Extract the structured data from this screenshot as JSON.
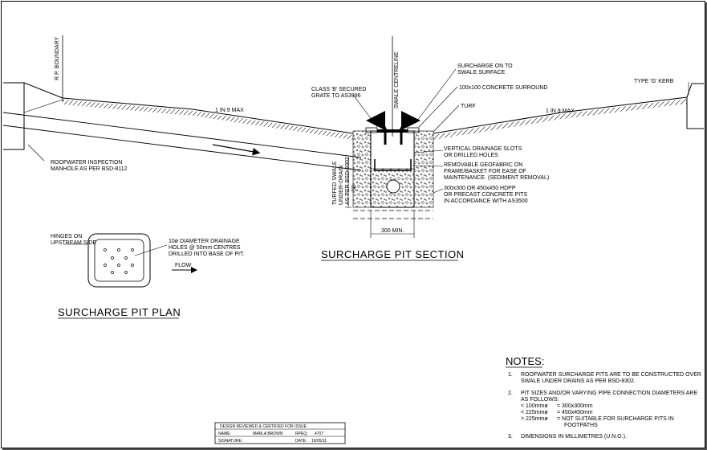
{
  "boundary_label": "R.P. BOUNDARY",
  "centreline_label": "SWALE CENTRELINE",
  "section": {
    "title": "SURCHARGE PIT SECTION",
    "slope_left": "1 IN 9 MAX",
    "slope_right": "1 IN 9 MAX",
    "labels": {
      "grate": [
        "CLASS 'B' SECURED",
        "GRATE TO AS3996"
      ],
      "surcharge": [
        "SURCHARGE ON TO",
        "SWALE SURFACE"
      ],
      "surround": "100x100 CONCRETE SURROUND",
      "turf": "TURF",
      "kerb": "TYPE 'G' KERB",
      "manhole": [
        "ROOFWATER INSPECTION",
        "MANHOLE AS PER BSD-8112"
      ],
      "swale": [
        "TURFED SWALE",
        "UNDER-DRAIN",
        "AS PER BSD-8302"
      ],
      "slots": [
        "VERTICAL DRAINAGE SLOTS",
        "OR DRILLED HOLES"
      ],
      "geofabric": [
        "REMOVABLE GEOFABRIC ON",
        "FRAME/BASKET FOR EASE OF",
        "MAINTENANCE. (SEDIMENT REMOVAL)"
      ],
      "pit": [
        "300x300 OR 450x450 HDPP",
        "OR PRECAST CONCRETE PITS",
        "IN ACCORDANCE WITH AS3500"
      ],
      "dim50": "50",
      "dim300": "300 MIN."
    }
  },
  "plan": {
    "title": "SURCHARGE PIT PLAN",
    "hinges": [
      "HINGES ON",
      "UPSTREAM SIDE"
    ],
    "holes": [
      "10ø DIAMETER DRAINAGE",
      "HOLES @ 50mm CENTRES",
      "DRILLED INTO BASE OF PIT."
    ],
    "flow": "FLOW"
  },
  "notes": {
    "heading": "NOTES:",
    "n1": [
      "1.",
      "ROOFWATER SURCHARGE PITS ARE TO BE CONSTRUCTED OVER",
      "SWALE UNDER DRAINS AS PER BSD-8302."
    ],
    "n2": [
      "2.",
      "PIT SIZES AND/OR VARYING PIPE CONNECTION DIAMETERS ARE",
      "AS FOLLOWS:"
    ],
    "sizes": [
      [
        "< 100mmø",
        "= 300x300mm"
      ],
      [
        "< 225mmø",
        "= 450x450mm"
      ],
      [
        "> 225mmø",
        "= NOT SUITABLE FOR SURCHARGE PITS IN"
      ]
    ],
    "sizes_cont": "FOOTPATHS",
    "n3": [
      "3.",
      "DIMENSIONS IN MILLIMETRES (U.N.O.)."
    ]
  },
  "stamp": {
    "header": "DESIGN REVIEWED & CERTIFIED FOR ISSUE",
    "name_label": "NAME:",
    "name_value": "MARLA BROWN",
    "rpeq_label": "RPEQ:",
    "rpeq_value": "4707",
    "signature_label": "SIGNATURE:",
    "date_label": "DATE:",
    "date_value": "19/05/11"
  }
}
